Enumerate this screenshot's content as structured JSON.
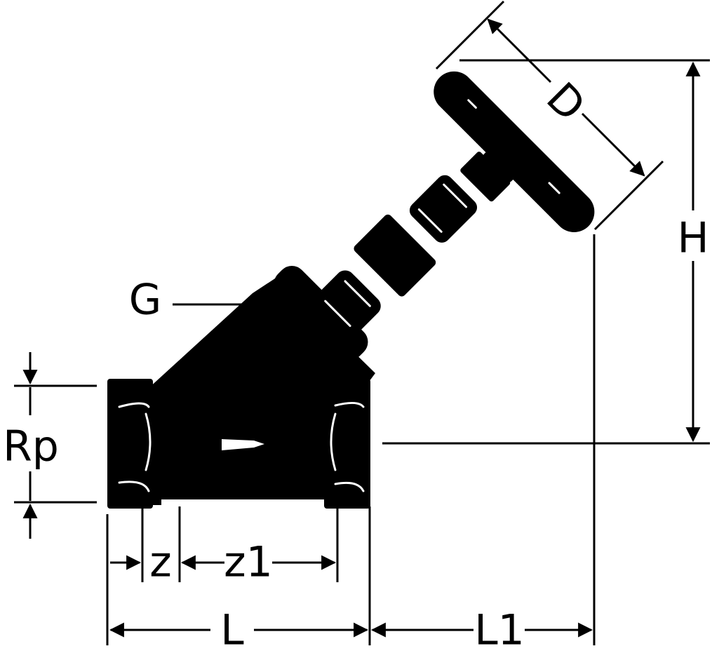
{
  "labels": {
    "D": "D",
    "H": "H",
    "G": "G",
    "Rp": "Rp",
    "z": "z",
    "z1": "z1",
    "L": "L",
    "L1": "L1"
  },
  "colors": {
    "ink": "#000000",
    "paper": "#ffffff"
  }
}
